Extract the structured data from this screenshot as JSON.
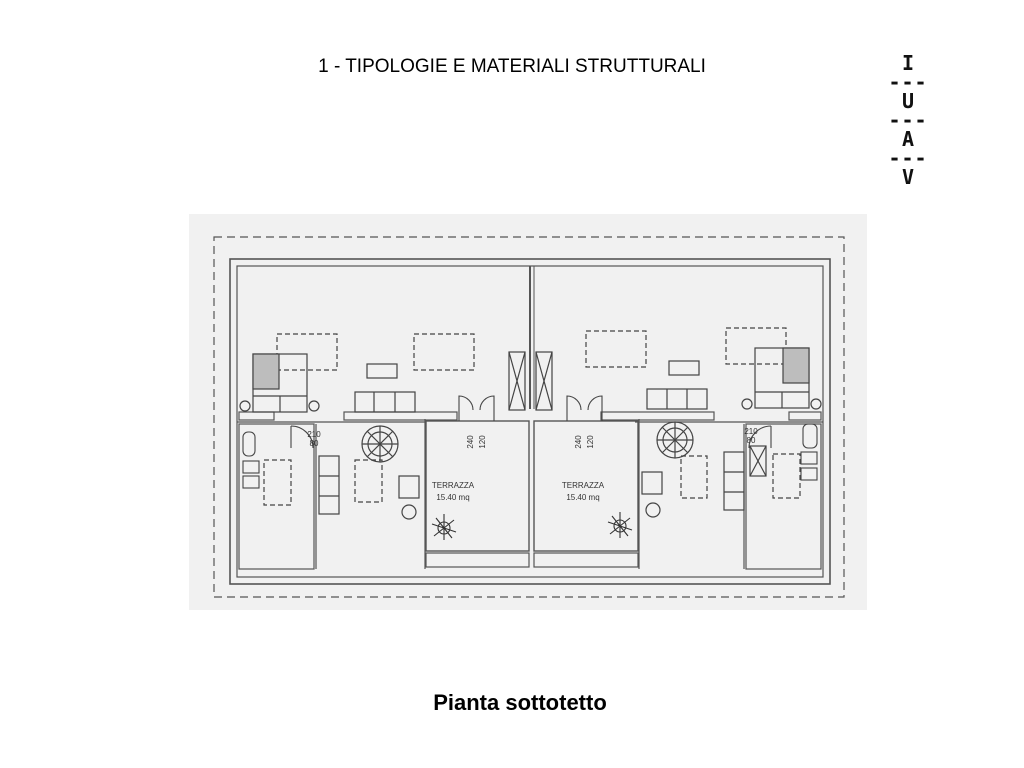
{
  "header": {
    "title": "1 - TIPOLOGIE E MATERIALI STRUTTURALI"
  },
  "logo": {
    "letters": [
      "I",
      "U",
      "A",
      "V"
    ],
    "separator": "---"
  },
  "plan": {
    "terrace_label": "TERRAZZA",
    "terrace_area": "15.40 mq",
    "door_left_dims": [
      "210",
      "80"
    ],
    "door_right_dims": [
      "210",
      "80"
    ],
    "window_dims": [
      "240",
      "120"
    ]
  },
  "caption": {
    "text": "Pianta sottotetto"
  }
}
